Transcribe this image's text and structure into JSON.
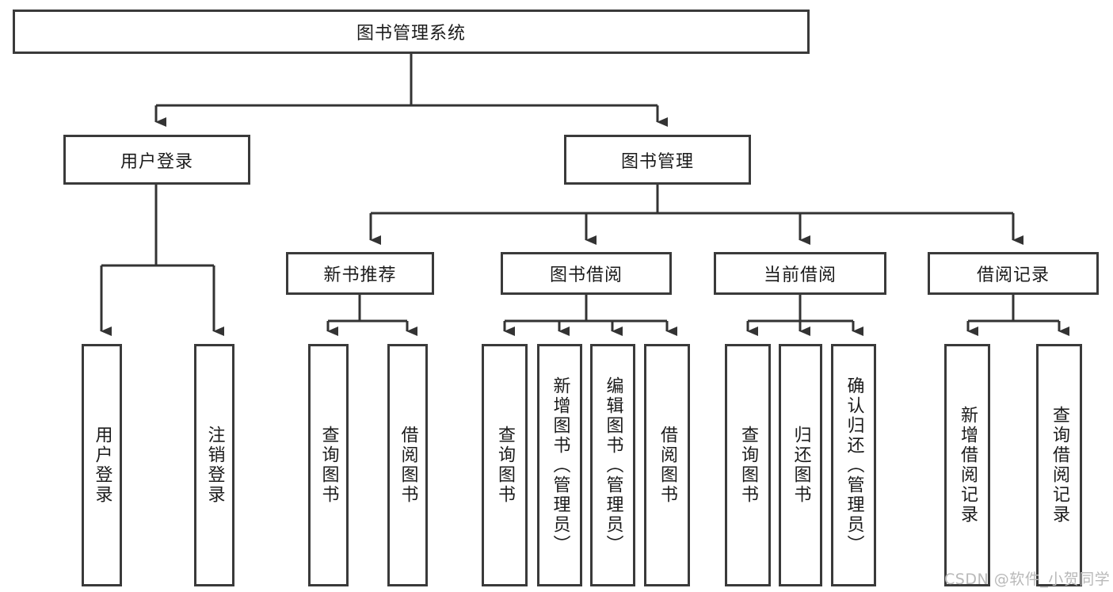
{
  "diagram": {
    "type": "hierarchy-tree",
    "title": "图书管理系统",
    "root": {
      "id": "root",
      "label": "图书管理系统",
      "orientation": "horizontal"
    },
    "level1": [
      {
        "id": "user-login",
        "label": "用户登录",
        "orientation": "horizontal"
      },
      {
        "id": "book-manage",
        "label": "图书管理",
        "orientation": "horizontal"
      }
    ],
    "level2": [
      {
        "id": "new-book-recommend",
        "label": "新书推荐",
        "orientation": "horizontal",
        "parent": "book-manage"
      },
      {
        "id": "book-borrow",
        "label": "图书借阅",
        "orientation": "horizontal",
        "parent": "book-manage"
      },
      {
        "id": "current-borrow",
        "label": "当前借阅",
        "orientation": "horizontal",
        "parent": "book-manage"
      },
      {
        "id": "borrow-record",
        "label": "借阅记录",
        "orientation": "horizontal",
        "parent": "book-manage"
      }
    ],
    "leaves": [
      {
        "id": "leaf-user-login",
        "label": "用户登录",
        "orientation": "vertical",
        "parent": "user-login"
      },
      {
        "id": "leaf-user-logout",
        "label": "注销登录",
        "orientation": "vertical",
        "parent": "user-login"
      },
      {
        "id": "leaf-query-book-1",
        "label": "查询图书",
        "orientation": "vertical",
        "parent": "new-book-recommend"
      },
      {
        "id": "leaf-borrow-book-1",
        "label": "借阅图书",
        "orientation": "vertical",
        "parent": "new-book-recommend"
      },
      {
        "id": "leaf-query-book-2",
        "label": "查询图书",
        "orientation": "vertical",
        "parent": "book-borrow"
      },
      {
        "id": "leaf-add-book",
        "label": "新增图书（管理员）",
        "orientation": "vertical",
        "parent": "book-borrow"
      },
      {
        "id": "leaf-edit-book",
        "label": "编辑图书（管理员）",
        "orientation": "vertical",
        "parent": "book-borrow"
      },
      {
        "id": "leaf-borrow-book-2",
        "label": "借阅图书",
        "orientation": "vertical",
        "parent": "book-borrow"
      },
      {
        "id": "leaf-query-book-3",
        "label": "查询图书",
        "orientation": "vertical",
        "parent": "current-borrow"
      },
      {
        "id": "leaf-return-book",
        "label": "归还图书",
        "orientation": "vertical",
        "parent": "current-borrow"
      },
      {
        "id": "leaf-confirm-return",
        "label": "确认归还（管理员）",
        "orientation": "vertical",
        "parent": "current-borrow"
      },
      {
        "id": "leaf-add-record",
        "label": "新增借阅记录",
        "orientation": "vertical",
        "parent": "borrow-record"
      },
      {
        "id": "leaf-query-record",
        "label": "查询借阅记录",
        "orientation": "vertical",
        "parent": "borrow-record"
      }
    ]
  },
  "watermark": {
    "text": "CSDN @软件_小贺同学"
  },
  "colors": {
    "background": "#ffffff",
    "box_border": "#3a3a3a",
    "box_fill": "#ffffff",
    "text": "#1b1b1b",
    "edge": "#333333",
    "watermark": "#b9b9b9"
  }
}
